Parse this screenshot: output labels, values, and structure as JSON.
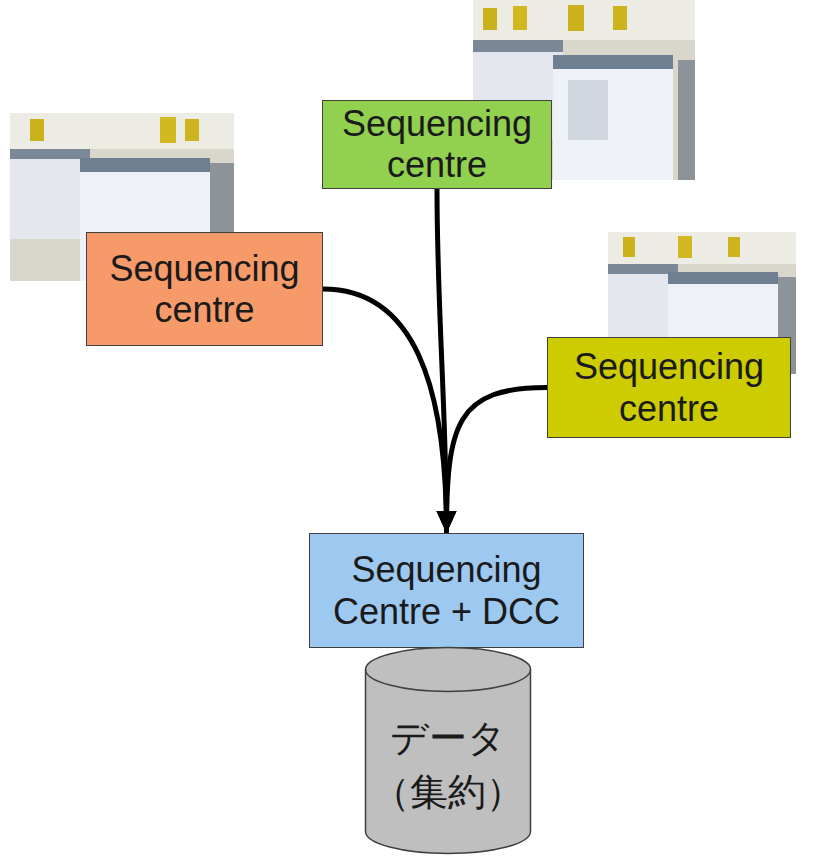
{
  "diagram": {
    "nodes": [
      {
        "text": [
          "Sequencing centre"
        ]
      },
      {
        "text": [
          "Sequencing centre"
        ]
      },
      {
        "text": [
          "Sequencing centre"
        ]
      },
      {
        "text": [
          "Sequencing Centre + DCC"
        ]
      },
      {
        "text": [
          "データ （集約）"
        ]
      }
    ],
    "edges": [
      {
        "from": 0,
        "to": 3,
        "arrow": "to"
      },
      {
        "from": 1,
        "to": 3,
        "arrow": "to"
      },
      {
        "from": 2,
        "to": 3,
        "arrow": "to"
      }
    ]
  }
}
